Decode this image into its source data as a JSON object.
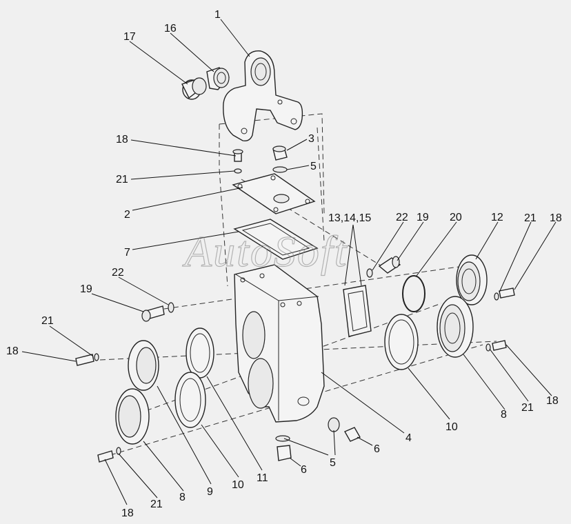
{
  "watermark": "AutoSoft",
  "callouts": [
    {
      "text": "1"
    },
    {
      "text": "16"
    },
    {
      "text": "17"
    },
    {
      "text": "18"
    },
    {
      "text": "3"
    },
    {
      "text": "21"
    },
    {
      "text": "5"
    },
    {
      "text": "2"
    },
    {
      "text": "7"
    },
    {
      "text": "13,14,15"
    },
    {
      "text": "22"
    },
    {
      "text": "19"
    },
    {
      "text": "20"
    },
    {
      "text": "12"
    },
    {
      "text": "21"
    },
    {
      "text": "18"
    },
    {
      "text": "22"
    },
    {
      "text": "19"
    },
    {
      "text": "21"
    },
    {
      "text": "18"
    },
    {
      "text": "4"
    },
    {
      "text": "6"
    },
    {
      "text": "5"
    },
    {
      "text": "6"
    },
    {
      "text": "10"
    },
    {
      "text": "8"
    },
    {
      "text": "21"
    },
    {
      "text": "18"
    },
    {
      "text": "11"
    },
    {
      "text": "10"
    },
    {
      "text": "9"
    },
    {
      "text": "8"
    },
    {
      "text": "21"
    },
    {
      "text": "18"
    }
  ]
}
